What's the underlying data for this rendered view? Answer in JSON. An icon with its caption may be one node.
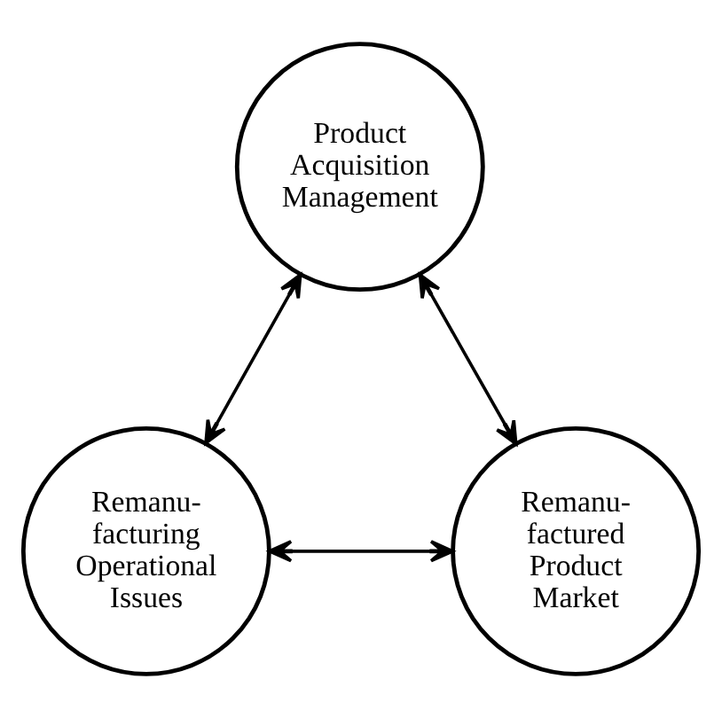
{
  "diagram": {
    "nodes": [
      {
        "text": [
          "Product Acquisition Management"
        ]
      },
      {
        "text": [
          "Remanu- facturing Operational Issues"
        ]
      },
      {
        "text": [
          "Remanu- factured Product Market"
        ]
      }
    ],
    "edges": [
      {
        "from": 0,
        "to": 1,
        "arrow": "both"
      },
      {
        "from": 0,
        "to": 2,
        "arrow": "both"
      },
      {
        "from": 1,
        "to": 2,
        "arrow": "both"
      }
    ]
  }
}
